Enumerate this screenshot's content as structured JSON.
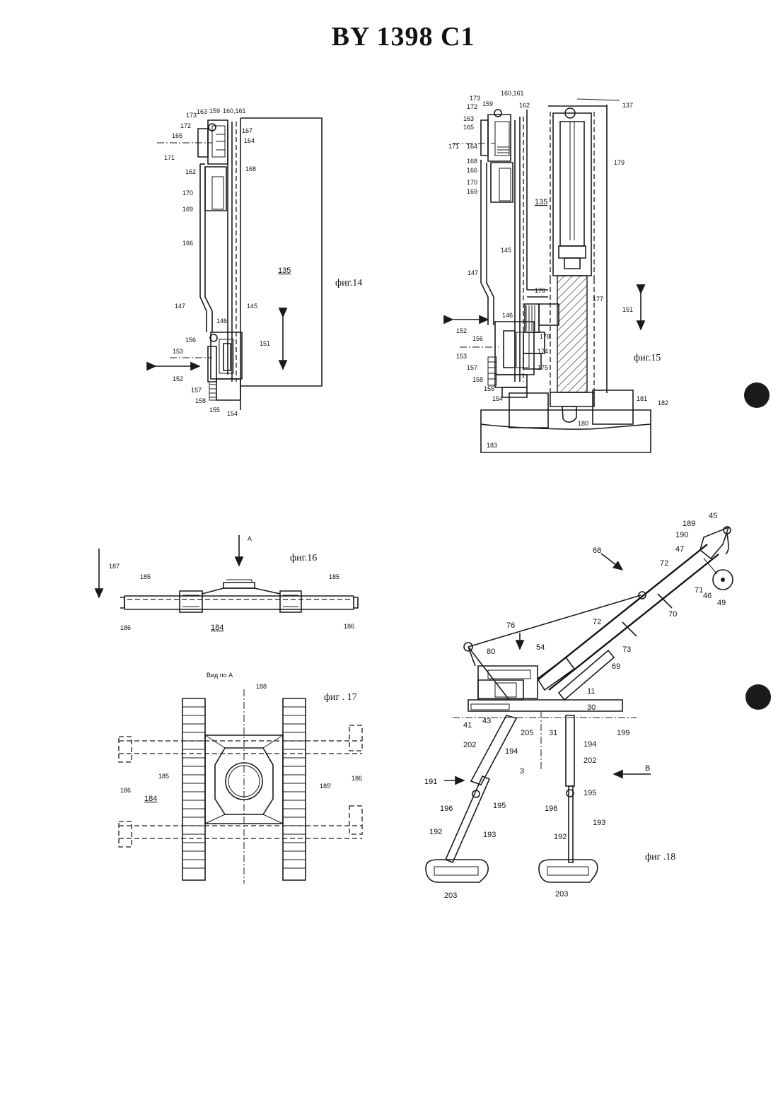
{
  "header": {
    "title": "BY  1398 C1"
  },
  "figures": {
    "fig14": {
      "caption": "фиг.14"
    },
    "fig15": {
      "caption": "фиг.15"
    },
    "fig16": {
      "caption": "фиг.16",
      "view_arrow": "A"
    },
    "fig17": {
      "caption": "фиг . 17",
      "view_title": "Вид по А"
    },
    "fig18": {
      "caption": "фиг  .18",
      "view_arrow": "B"
    }
  },
  "labels": {
    "f14": [
      "173",
      "163",
      "159",
      "160,161",
      "172",
      "167",
      "165",
      "164",
      "171",
      "162",
      "168",
      "170",
      "169",
      "166",
      "135",
      "147",
      "145",
      "146",
      "156",
      "151",
      "153",
      "152",
      "157",
      "158",
      "155",
      "154"
    ],
    "f15": [
      "173",
      "172",
      "159",
      "160,161",
      "162",
      "137",
      "163",
      "165",
      "171",
      "164",
      "168",
      "166",
      "170",
      "169",
      "179",
      "135",
      "145",
      "147",
      "176",
      "177",
      "151",
      "152",
      "146",
      "156",
      "153",
      "178",
      "174",
      "157",
      "175",
      "158",
      "155",
      "154",
      "181",
      "182",
      "180",
      "183"
    ],
    "f16": [
      "187",
      "185",
      "185",
      "186",
      "184",
      "186"
    ],
    "f17": [
      "188",
      "186",
      "185",
      "184",
      "185'",
      "186"
    ],
    "f18": [
      "45",
      "189",
      "190",
      "68",
      "47",
      "72",
      "71",
      "46",
      "49",
      "70",
      "72",
      "76",
      "80",
      "54",
      "73",
      "69",
      "11",
      "30",
      "41",
      "43",
      "205",
      "31",
      "199",
      "202",
      "194",
      "194",
      "202",
      "3",
      "191",
      "195",
      "195",
      "196",
      "196",
      "192",
      "193",
      "193",
      "192",
      "203",
      "203"
    ]
  },
  "colors": {
    "ink": "#1a1a1a",
    "paper": "#ffffff"
  }
}
